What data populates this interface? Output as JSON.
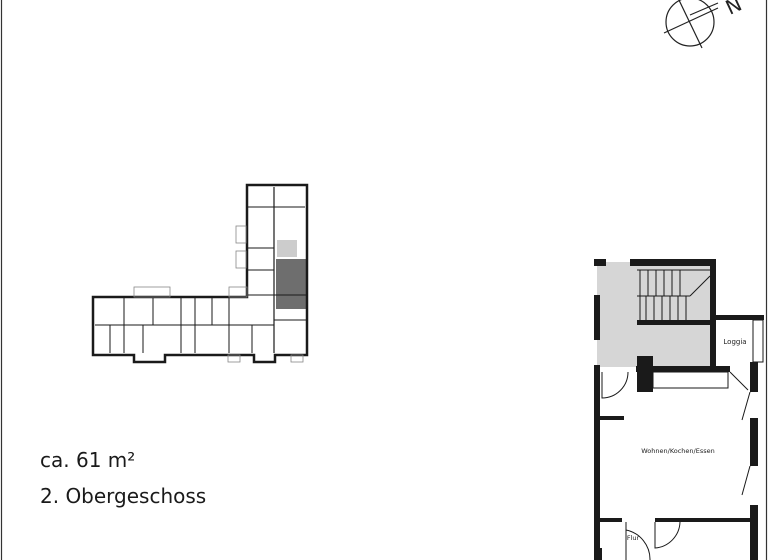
{
  "info": {
    "area": "ca. 61 m²",
    "floor": "2. Obergeschoss"
  },
  "compass": {
    "north_label": "N"
  },
  "plan": {
    "rooms": {
      "loggia": "Loggia",
      "living": "Wohnen/Kochen/Essen",
      "hall": "Flur"
    }
  },
  "colors": {
    "wall": "#1a1a1a",
    "stair_area": "#d6d6d6",
    "unit_highlight": "#6e6e6e"
  }
}
